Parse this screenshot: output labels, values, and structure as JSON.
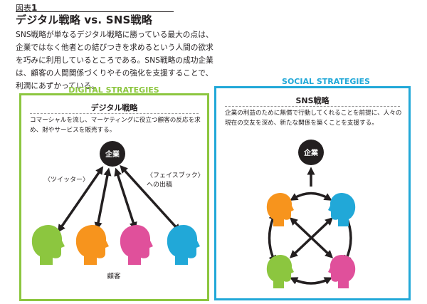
{
  "figure": {
    "label_prefix": "図表",
    "label_number": "1",
    "title": "デジタル戦略 vs. SNS戦略",
    "intro": "SNS戦略が単なるデジタル戦略に勝っている最大の点は、企業ではなく他者との結びつきを求めるという人間の欲求を巧みに利用しているところである。SNS戦略の成功企業は、顧客の人間関係づくりやその強化を支援することで、利潤にあずかっている。"
  },
  "digital": {
    "heading": "DIGITAL STRATEGIES",
    "panel_title": "デジタル戦略",
    "description": "コマーシャルを流し、マーケティングに役立つ顧客の反応を求め、財やサービスを販売する。",
    "company_label": "企業",
    "twitter_label": "〈ツイッター〉",
    "facebook_label_1": "〈フェイスブック〉",
    "facebook_label_2": "への出稿",
    "customers_label": "顧客",
    "customer_colors": [
      "#8cc63f",
      "#f7941d",
      "#e0509b",
      "#21a8d8"
    ]
  },
  "social": {
    "heading": "SOCIAL STRATEGIES",
    "panel_title": "SNS戦略",
    "description": "企業の利益のために無償で行動してくれることを前提に、人々の現在の交友を深め、新たな関係を築くことを支援する。",
    "company_label": "企業",
    "customer_colors": [
      "#f7941d",
      "#21a8d8",
      "#8cc63f",
      "#e0509b"
    ]
  },
  "colors": {
    "digital_accent": "#8cc63f",
    "social_accent": "#21a8d8",
    "company_node": "#231f20",
    "arrow": "#231f20"
  }
}
